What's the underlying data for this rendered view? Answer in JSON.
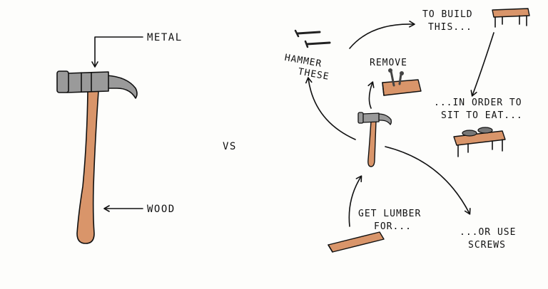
{
  "left": {
    "metal_label": "METAL",
    "wood_label": "WOOD"
  },
  "vs_label": "VS",
  "right": {
    "hammer_label_line1": "HAMMER",
    "hammer_label_line2": "THESE",
    "remove_label": "REMOVE",
    "build_label_line1": "TO BUILD",
    "build_label_line2": "THIS...",
    "eat_label_line1": "...IN ORDER TO",
    "eat_label_line2": "SIT TO EAT...",
    "lumber_label_line1": "GET LUMBER",
    "lumber_label_line2": "FOR...",
    "screws_label_line1": "...OR USE",
    "screws_label_line2": "SCREWS"
  },
  "colors": {
    "metal": "#9a9a9a",
    "wood": "#d9956a",
    "ink": "#111111",
    "background": "#fdfdfb"
  }
}
